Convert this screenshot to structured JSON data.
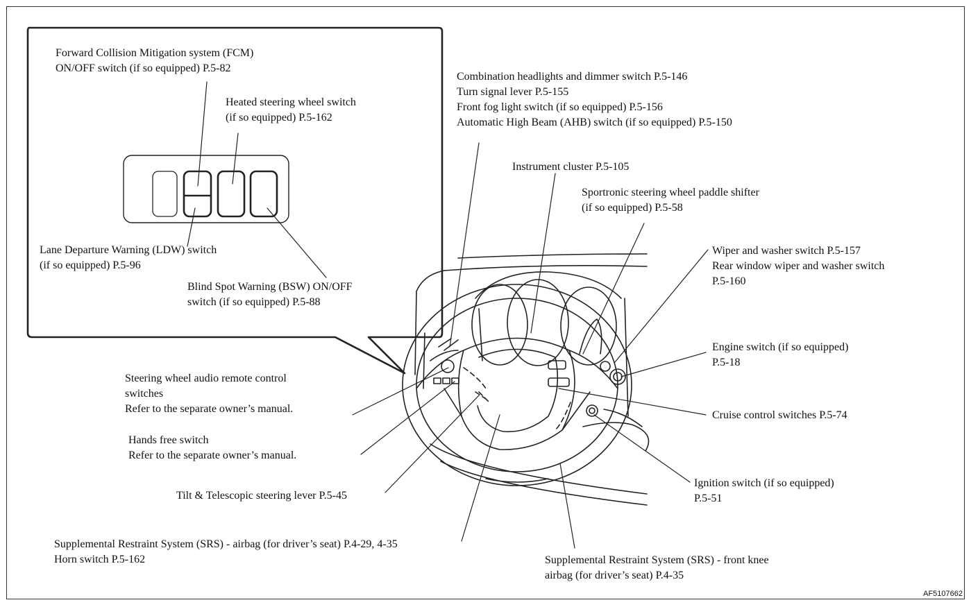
{
  "figure_id": "AF5107662",
  "callouts": [
    {
      "id": "fcm",
      "lines": [
        "Forward Collision Mitigation system (FCM)",
        "ON/OFF switch (if so equipped) P.5-82"
      ]
    },
    {
      "id": "heated",
      "lines": [
        "Heated steering wheel switch",
        "(if so equipped) P.5-162"
      ]
    },
    {
      "id": "ldw",
      "lines": [
        "Lane Departure Warning (LDW) switch",
        "(if so equipped) P.5-96"
      ]
    },
    {
      "id": "bsw",
      "lines": [
        "Blind Spot Warning (BSW) ON/OFF",
        "switch (if so equipped) P.5-88"
      ]
    },
    {
      "id": "headlights",
      "lines": [
        "Combination headlights and dimmer switch P.5-146",
        "Turn signal lever P.5-155",
        "Front fog light switch (if so equipped) P.5-156",
        "Automatic High Beam (AHB) switch (if so equipped) P.5-150"
      ]
    },
    {
      "id": "cluster",
      "lines": [
        "Instrument cluster P.5-105"
      ]
    },
    {
      "id": "paddle",
      "lines": [
        "Sportronic steering wheel paddle shifter",
        "(if so equipped) P.5-58"
      ]
    },
    {
      "id": "wiper",
      "lines": [
        "Wiper and washer switch P.5-157",
        "Rear window wiper and washer switch",
        "P.5-160"
      ]
    },
    {
      "id": "engine",
      "lines": [
        "Engine switch (if so equipped)",
        "P.5-18"
      ]
    },
    {
      "id": "cruise",
      "lines": [
        "Cruise control switches P.5-74"
      ]
    },
    {
      "id": "ignition",
      "lines": [
        "Ignition switch (if so equipped)",
        "P.5-51"
      ]
    },
    {
      "id": "audio",
      "lines": [
        "Steering wheel audio remote control",
        "switches",
        "Refer to the separate owner’s manual."
      ]
    },
    {
      "id": "handsfree",
      "lines": [
        "Hands free switch",
        "Refer to the separate owner’s manual."
      ]
    },
    {
      "id": "tilt",
      "lines": [
        "Tilt & Telescopic steering lever P.5-45"
      ]
    },
    {
      "id": "srs-airbag",
      "lines": [
        "Supplemental Restraint System (SRS) - airbag (for driver’s seat) P.4-29, 4-35",
        "Horn switch P.5-162"
      ]
    },
    {
      "id": "srs-knee",
      "lines": [
        "Supplemental Restraint System (SRS) - front knee",
        "airbag (for driver’s seat) P.4-35"
      ]
    }
  ]
}
